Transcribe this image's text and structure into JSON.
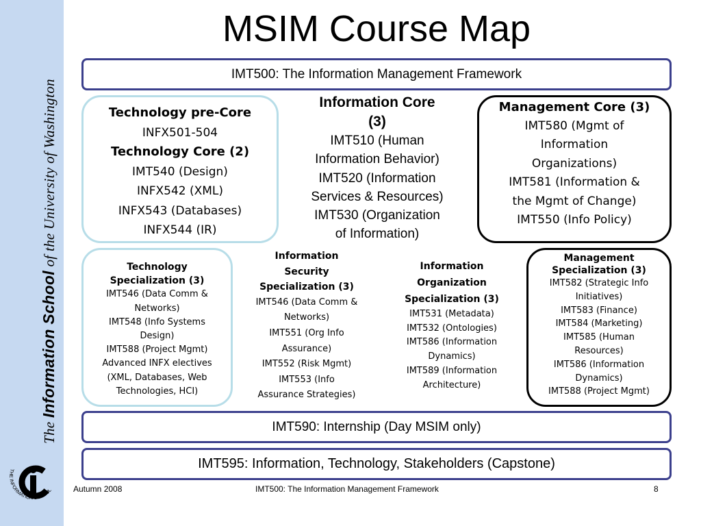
{
  "sidebar": {
    "school_part1": "The ",
    "school_part2": "Information School",
    "school_part3": " of the University of Washington",
    "logo_text": "THE INFORMATION SCHOOL"
  },
  "title": "MSIM Course Map",
  "bars": {
    "top": "IMT500:  The Information Management Framework",
    "internship": "IMT590:  Internship (Day MSIM only)",
    "capstone": "IMT595:  Information, Technology, Stakeholders (Capstone)"
  },
  "tech_core": {
    "precore_heading": "Technology pre-Core",
    "precore_course": "INFX501-504",
    "core_heading": "Technology Core (2)",
    "courses": [
      "IMT540 (Design)",
      "INFX542 (XML)",
      "INFX543 (Databases)",
      "INFX544 (IR)"
    ]
  },
  "info_core": {
    "heading_line1": "Information Core",
    "heading_line2": "(3)",
    "lines": [
      "IMT510 (Human",
      "Information Behavior)",
      "IMT520 (Information",
      "Services & Resources)",
      "IMT530 (Organization",
      "of Information)"
    ]
  },
  "mgmt_core": {
    "heading": "Management Core (3)",
    "lines": [
      "IMT580 (Mgmt of",
      "Information",
      "Organizations)",
      "IMT581 (Information &",
      "the Mgmt of Change)",
      "IMT550 (Info Policy)"
    ]
  },
  "tech_spec": {
    "heading_lines": [
      "Technology",
      "Specialization (3)"
    ],
    "lines": [
      "IMT546 (Data Comm &",
      "Networks)",
      "IMT548 (Info Systems",
      "Design)",
      "IMT588 (Project Mgmt)",
      "Advanced INFX electives",
      "(XML, Databases, Web",
      "Technologies, HCI)"
    ]
  },
  "sec_spec": {
    "heading_lines": [
      "Information",
      "Security",
      "Specialization (3)"
    ],
    "lines": [
      "IMT546 (Data Comm &",
      "Networks)",
      "IMT551 (Org Info",
      "Assurance)",
      "IMT552 (Risk Mgmt)",
      "IMT553 (Info",
      "Assurance Strategies)"
    ]
  },
  "org_spec": {
    "heading_lines": [
      "Information",
      "Organization",
      "Specialization (3)"
    ],
    "lines": [
      "IMT531 (Metadata)",
      "IMT532 (Ontologies)",
      "IMT586 (Information",
      "Dynamics)",
      "IMT589 (Information",
      "Architecture)"
    ]
  },
  "mgmt_spec": {
    "heading_lines": [
      "Management",
      "Specialization (3)"
    ],
    "lines": [
      "IMT582 (Strategic Info",
      "Initiatives)",
      "IMT583 (Finance)",
      "IMT584 (Marketing)",
      "IMT585 (Human",
      "Resources)",
      "IMT586 (Information",
      "Dynamics)",
      "IMT588 (Project Mgmt)"
    ]
  },
  "footer": {
    "date": "Autumn 2008",
    "center": "IMT500:  The Information Management Framework",
    "page": "8"
  }
}
